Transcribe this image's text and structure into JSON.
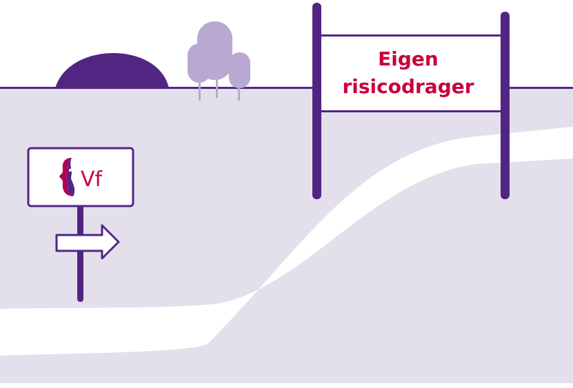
{
  "big_sign": {
    "line1": "Eigen",
    "line2": "risicodrager"
  },
  "small_sign": {
    "logo_text": "Vf",
    "logo_icon": "face-bracket-icon"
  },
  "arrow": {
    "icon": "arrow-right-icon"
  },
  "colors": {
    "dark_purple": "#522583",
    "light_lavender": "#e3e0ec",
    "tree_lilac": "#b9a8d0",
    "brand_red": "#c8003c",
    "white": "#ffffff"
  }
}
